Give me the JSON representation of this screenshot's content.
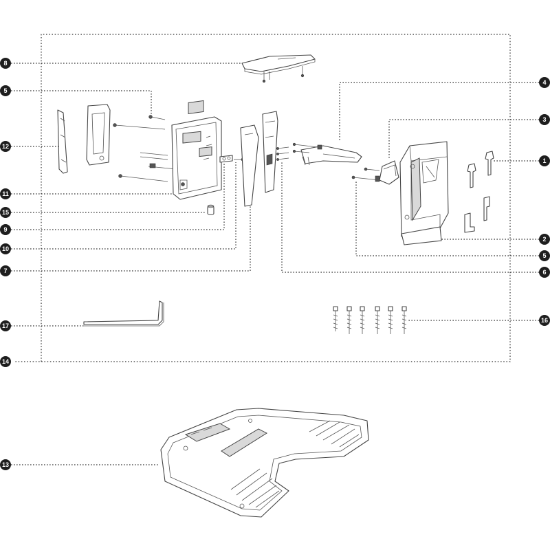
{
  "callouts": {
    "c1": "1",
    "c2": "2",
    "c3": "3",
    "c4": "4",
    "c5a": "5",
    "c5b": "5",
    "c6": "6",
    "c7": "7",
    "c8": "8",
    "c9": "9",
    "c10": "10",
    "c11": "11",
    "c12": "12",
    "c13": "13",
    "c14": "14",
    "c15": "15",
    "c16": "16",
    "c17": "17"
  },
  "colors": {
    "badge": "#1e1e1e",
    "line": "#333333"
  }
}
